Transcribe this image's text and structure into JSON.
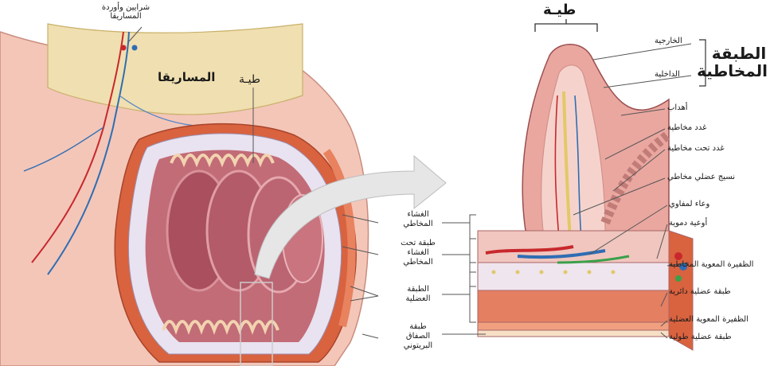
{
  "colors": {
    "mesentery": "#f0dfb0",
    "tissue": "#e9a7a0",
    "lumen": "#c26c77",
    "muscle": "#d9623f",
    "artery": "#c8282c",
    "vein": "#2f6db3",
    "leader": "#555555"
  },
  "left": {
    "vessels_label": "شرايين وأوردة\nالمساريقا",
    "mesentery": "المساريقا",
    "fold": "طيـة",
    "mucosa": "الغشاء\nالمخاطي",
    "submucosa": "طبقة تحت\nالغشاء\nالمخاطي",
    "muscularis": "الطبقة\nالعضلية",
    "serosa": "طبقة\nالصفاق\nالبريتوني"
  },
  "right": {
    "fold_title": "طيـة",
    "mucosa_title": "الطبقة\nالمخاطية",
    "outer": "الخارجية",
    "inner": "الداخلية",
    "villi": "أهداب",
    "mucous_glands": "غدد مخاطية",
    "submucosal_glands": "غدد تحت مخاطية",
    "muscularis_mucosae": "نسيج عضلي مخاطي",
    "lacteal": "وعاء لمفاوي",
    "blood_vessels": "أوعية دموية",
    "submucosal_plexus": "الظفيرة المعوية المخاطية",
    "circular_layer": "طبقة عضلية دائرية",
    "myenteric_plexus": "الظفيرة المعوية العضلية",
    "longitudinal_layer": "طبقة عضلية طولية"
  }
}
